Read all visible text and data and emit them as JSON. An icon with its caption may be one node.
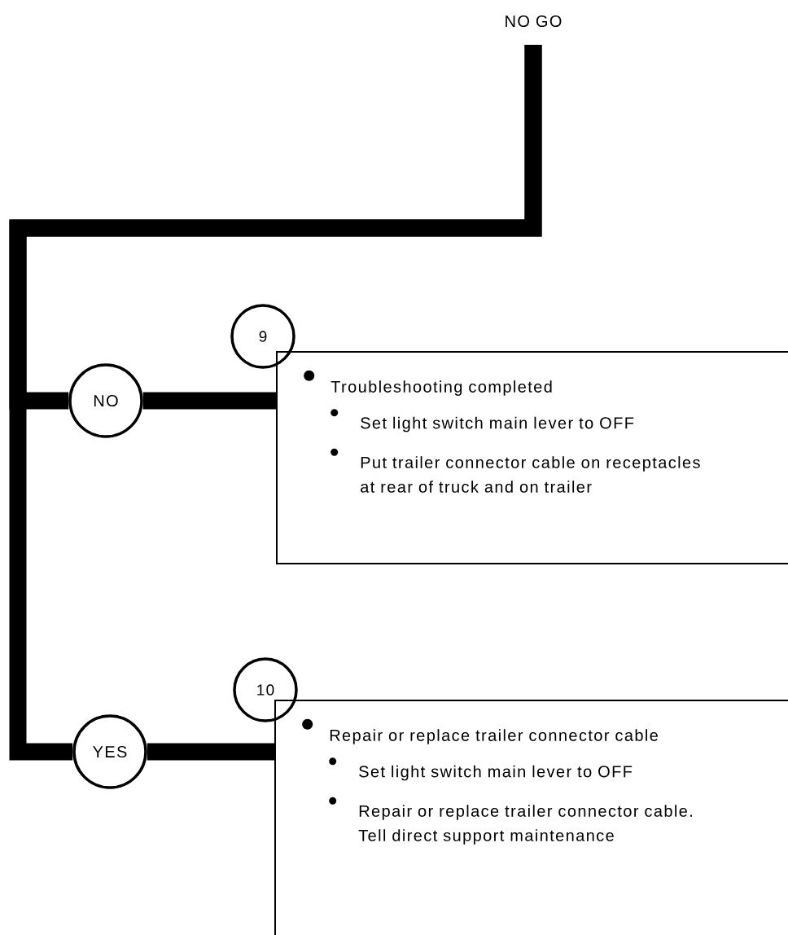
{
  "diagram": {
    "nodes": [
      {
        "text": [
          "NO GO"
        ]
      },
      {
        "text": [
          "NO"
        ]
      },
      {
        "text": [
          "9"
        ]
      },
      {
        "text": [
          "Troubleshooting completed",
          "Set light switch main lever to OFF",
          "Put trailer connector cable on receptacles at rear of truck and on trailer"
        ]
      },
      {
        "text": [
          "YES"
        ]
      },
      {
        "text": [
          "10"
        ]
      },
      {
        "text": [
          "Repair or replace trailer connector cable",
          "Set light switch main lever to OFF",
          "Repair or replace trailer connector cable. Tell direct support maintenance"
        ]
      }
    ],
    "edges": [
      {
        "from": 0,
        "to": 1,
        "arrow": "none"
      },
      {
        "from": 0,
        "to": 4,
        "arrow": "none"
      },
      {
        "from": 1,
        "to": 3,
        "arrow": "none"
      },
      {
        "from": 4,
        "to": 6,
        "arrow": "none"
      }
    ]
  }
}
